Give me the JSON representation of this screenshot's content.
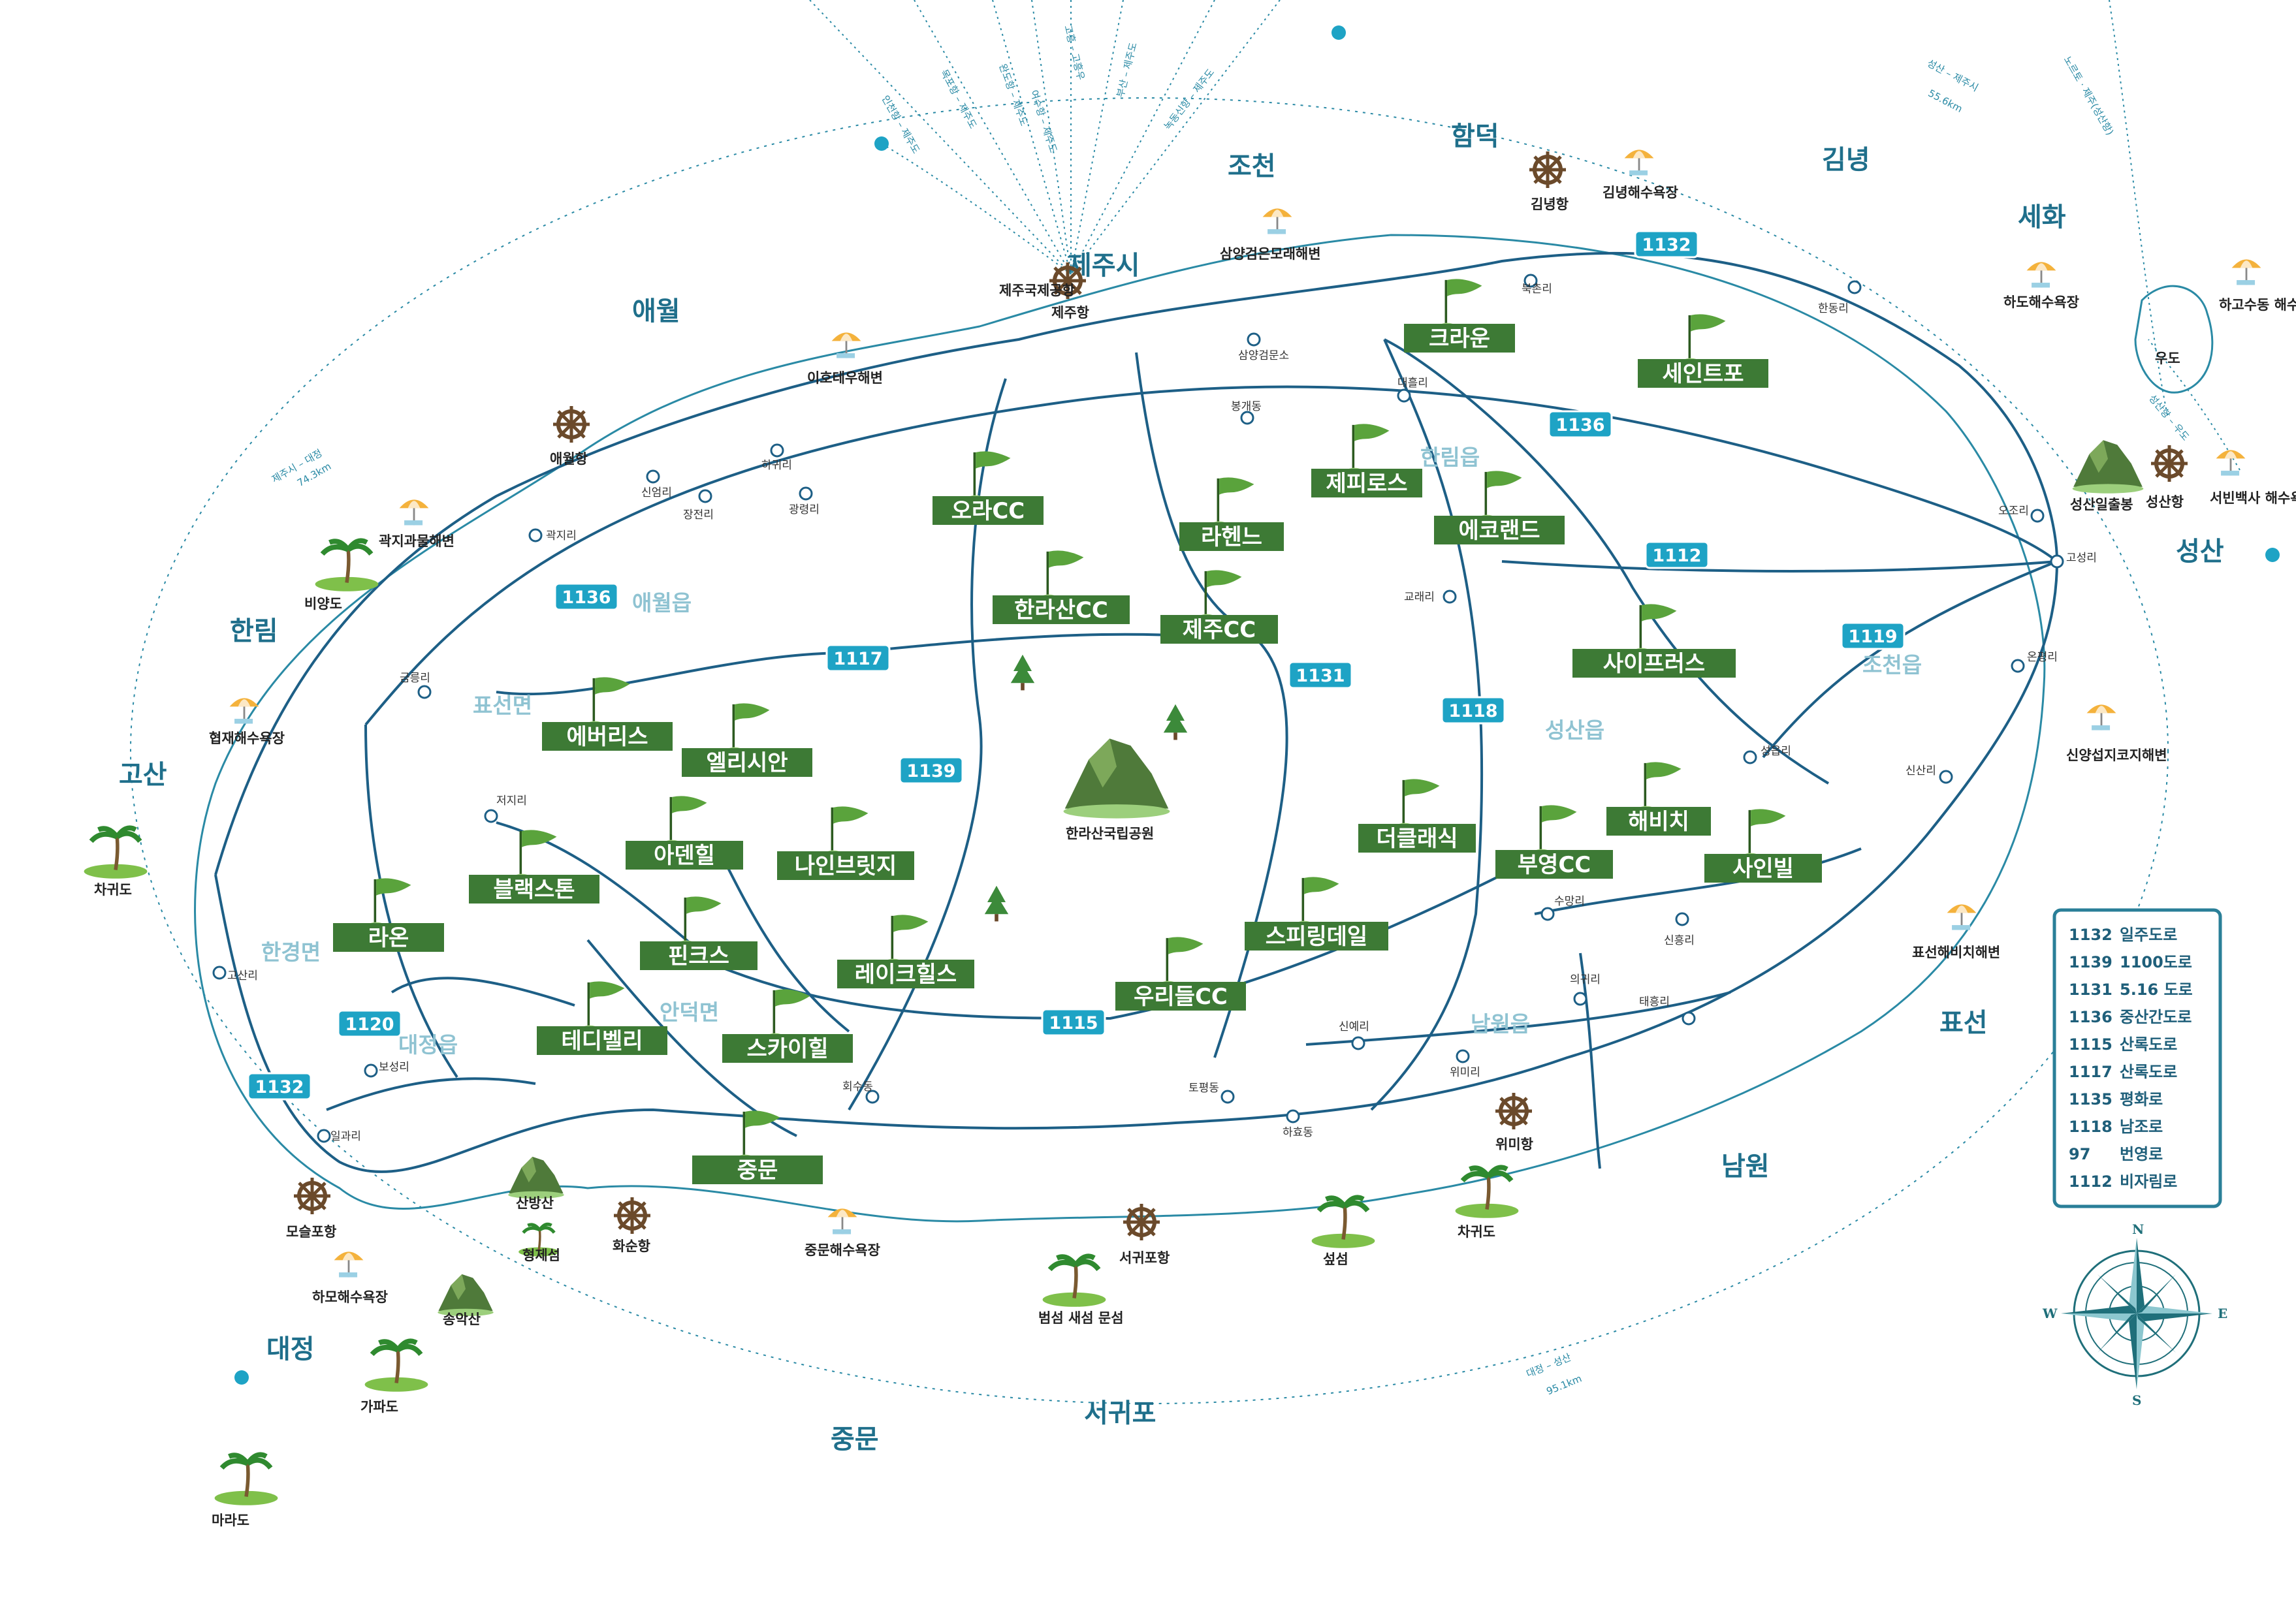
{
  "regions": [
    "애월",
    "조천",
    "함덕",
    "김녕",
    "세화",
    "제주시",
    "성산",
    "한림",
    "고산",
    "대정",
    "중문",
    "서귀포",
    "남원",
    "표선"
  ],
  "subregions": [
    "애월읍",
    "한림읍",
    "조천읍",
    "성산읍",
    "표선면",
    "한경면",
    "대정읍",
    "안덕면",
    "남원읍"
  ],
  "golf_courses": [
    "크라운",
    "세인트포",
    "오라CC",
    "라헨느",
    "제피로스",
    "에코랜드",
    "한라산CC",
    "제주CC",
    "사이프러스",
    "에버리스",
    "엘리시안",
    "아덴힐",
    "나인브릿지",
    "블랙스톤",
    "라온",
    "핀크스",
    "레이크힐스",
    "테디벨리",
    "스카이힐",
    "더클래식",
    "부영CC",
    "해비치",
    "사인빌",
    "스피링데일",
    "우리들CC",
    "중문"
  ],
  "roads": [
    "1132",
    "1136",
    "1117",
    "1139",
    "1131",
    "1112",
    "1118",
    "1119",
    "1115",
    "1120",
    "1136",
    "1132"
  ],
  "villages": [
    "삼양검문소",
    "봉개동",
    "대흘리",
    "북촌리",
    "한동리",
    "오조리",
    "고성리",
    "온평리",
    "신산리",
    "성읍리",
    "교래리",
    "신엄리",
    "장전리",
    "광령리",
    "하귀리",
    "곽지리",
    "금릉리",
    "저지리",
    "고산리",
    "보성리",
    "일과리",
    "회수동",
    "토평동",
    "하효동",
    "신예리",
    "위미리",
    "태흥리",
    "의귀리",
    "수망리",
    "신흥리"
  ],
  "pois": [
    "제주국제공항",
    "제주항",
    "삼양검은모래해변",
    "이호테우해변",
    "애월항",
    "곽지과물해변",
    "비양도",
    "협재해수욕장",
    "차귀도",
    "김녕항",
    "김녕해수욕장",
    "하도해수욕장",
    "하고수동 해수욕장",
    "우도",
    "성산일출봉",
    "성산항",
    "서빈백사 해수욕장",
    "신양섭지코지해변",
    "한라산국립공원",
    "표선해비치해변",
    "위미항",
    "차귀도",
    "섶섬",
    "서귀포항",
    "범섬 새섬 문섬",
    "중문해수욕장",
    "화순항",
    "형제섬",
    "산방산",
    "송악산",
    "모슬포항",
    "하모해수욕장",
    "가파도",
    "마라도"
  ],
  "ferry_routes": [
    "인천항 – 제주도",
    "목포항 – 제주도",
    "완도항 – 제주도",
    "여수항 – 제주도",
    "고흥 – 고흥우",
    "부산 – 제주도",
    "녹동신항 – 제주도",
    "성산 – 제주시",
    "노르토 · 제주(성산항)",
    "성산항 – 우도",
    "제주시 – 대정",
    "대정 – 성산"
  ],
  "route_distances": [
    "55.6km",
    "74.3km",
    "95.1km"
  ],
  "legend": [
    {
      "code": "1132",
      "name": "일주도로"
    },
    {
      "code": "1139",
      "name": "1100도로"
    },
    {
      "code": "1131",
      "name": "5.16 도로"
    },
    {
      "code": "1136",
      "name": "중산간도로"
    },
    {
      "code": "1115",
      "name": "산록도로"
    },
    {
      "code": "1117",
      "name": "산록도로"
    },
    {
      "code": "1135",
      "name": "평화로"
    },
    {
      "code": "1118",
      "name": "남조로"
    },
    {
      "code": "97",
      "name": "번영로"
    },
    {
      "code": "1112",
      "name": "비자림로"
    }
  ],
  "compass": [
    "N",
    "E",
    "S",
    "W"
  ],
  "colors": {
    "coast": "#2a8aa5",
    "road": "#1d5f86",
    "golf": "#3d7a35",
    "road_badge": "#1ea3c5",
    "legend_border": "#2a7f98",
    "region": "#1f6f8b",
    "sub": "#8fc3d2"
  },
  "icons": [
    "harbor-wheel-icon",
    "beach-umbrella-icon",
    "palm-island-icon",
    "golf-flag-icon",
    "pine-tree-icon",
    "mountain-icon",
    "compass-rose-icon"
  ]
}
